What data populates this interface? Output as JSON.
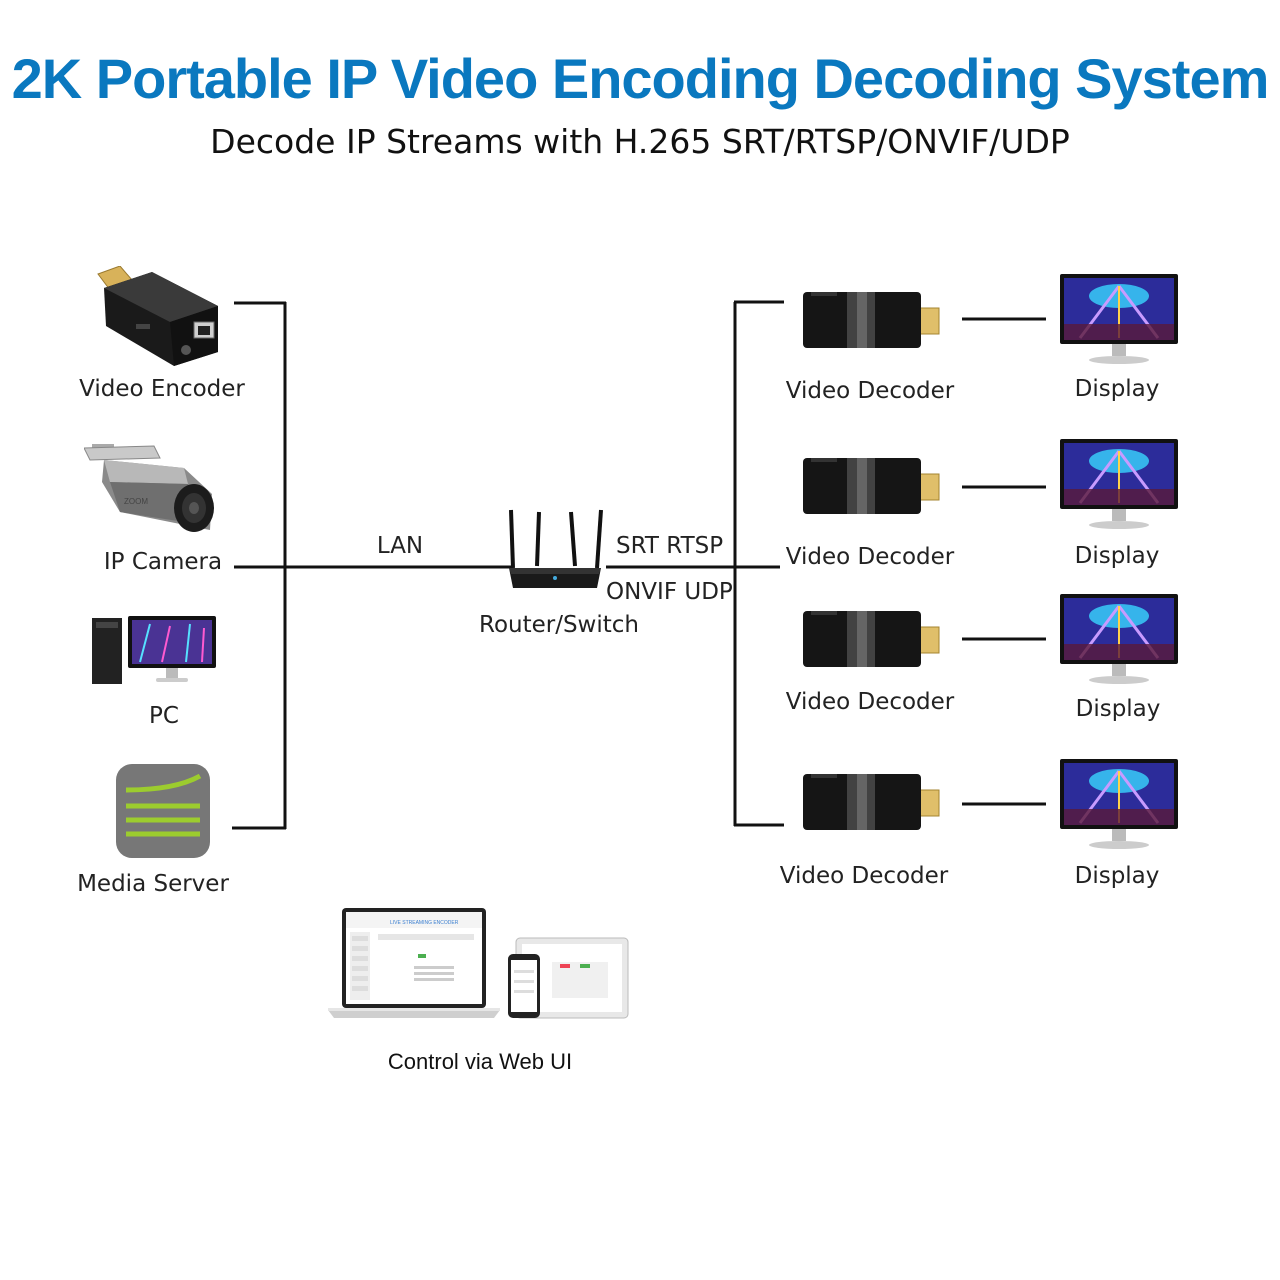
{
  "header": {
    "title": "2K Portable IP Video Encoding Decoding System",
    "subtitle": "Decode IP Streams with H.265 SRT/RTSP/ONVIF/UDP"
  },
  "sources": [
    {
      "label": "Video Encoder",
      "icon": "encoder-icon"
    },
    {
      "label": "IP Camera",
      "icon": "ip-camera-icon"
    },
    {
      "label": "PC",
      "icon": "pc-icon"
    },
    {
      "label": "Media Server",
      "icon": "media-server-icon"
    }
  ],
  "network": {
    "lan_label": "LAN",
    "router_label": "Router/Switch",
    "protocols_line1": "SRT RTSP",
    "protocols_line2": "ONVIF UDP"
  },
  "outputs": [
    {
      "decoder_label": "Video Decoder",
      "display_label": "Display"
    },
    {
      "decoder_label": "Video Decoder",
      "display_label": "Display"
    },
    {
      "decoder_label": "Video Decoder",
      "display_label": "Display"
    },
    {
      "decoder_label": "Video Decoder",
      "display_label": "Display"
    }
  ],
  "control": {
    "label": "Control via Web UI",
    "screen_title": "LIVE STREAMING ENCODER"
  },
  "colors": {
    "title": "#0a78bf",
    "line": "#111111",
    "server_green": "#9ccc2e"
  }
}
